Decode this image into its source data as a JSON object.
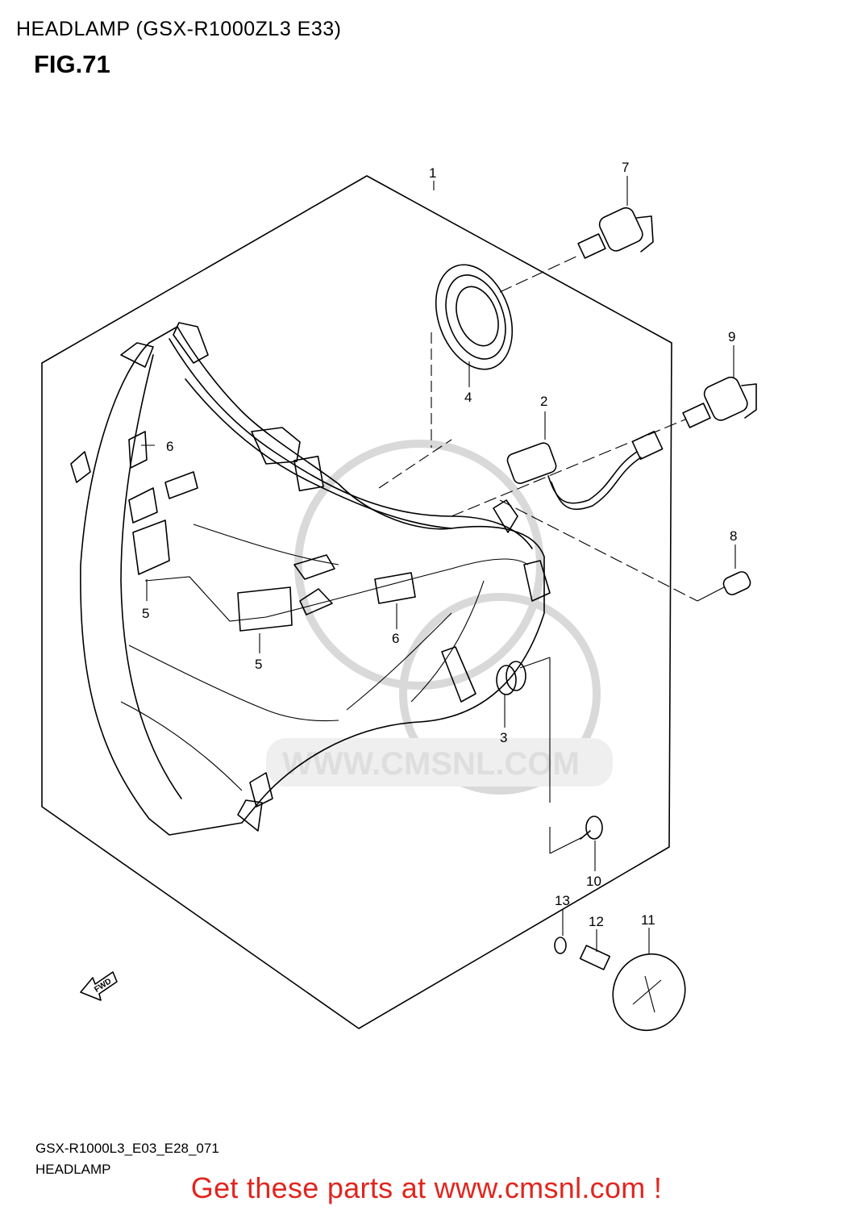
{
  "header": {
    "title": "HEADLAMP (GSX-R1000ZL3 E33)",
    "figure": "FIG.71"
  },
  "callouts": [
    "1",
    "2",
    "3",
    "4",
    "5",
    "5",
    "6",
    "6",
    "7",
    "8",
    "9",
    "10",
    "11",
    "12",
    "13"
  ],
  "fwd_arrow": "FWD",
  "watermark": "WWW.CMSNL.COM",
  "footer": {
    "code": "GSX-R1000L3_E03_E28_071",
    "name": "HEADLAMP"
  },
  "promo": "Get these parts at www.cmsnl.com !"
}
